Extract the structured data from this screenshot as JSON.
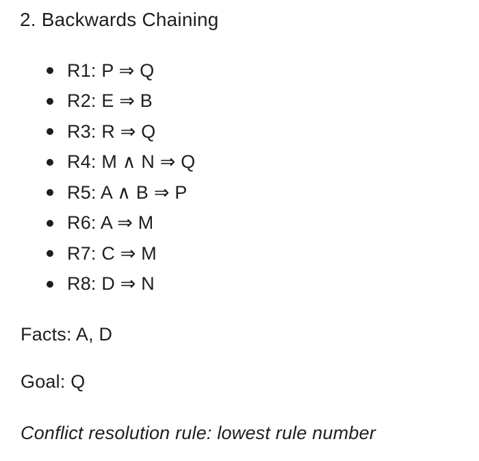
{
  "document": {
    "title": "2. Backwards Chaining",
    "rules": [
      "R1: P ⇒ Q",
      "R2: E ⇒ B",
      "R3: R ⇒ Q",
      "R4: M ∧ N ⇒ Q",
      "R5: A ∧ B ⇒ P",
      "R6: A ⇒ M",
      "R7: C ⇒ M",
      "R8: D ⇒ N"
    ],
    "facts": "Facts: A, D",
    "goal": "Goal: Q",
    "conflict_resolution": "Conflict resolution rule: lowest rule number",
    "colors": {
      "text": "#1e1e1e",
      "background": "#ffffff"
    }
  }
}
